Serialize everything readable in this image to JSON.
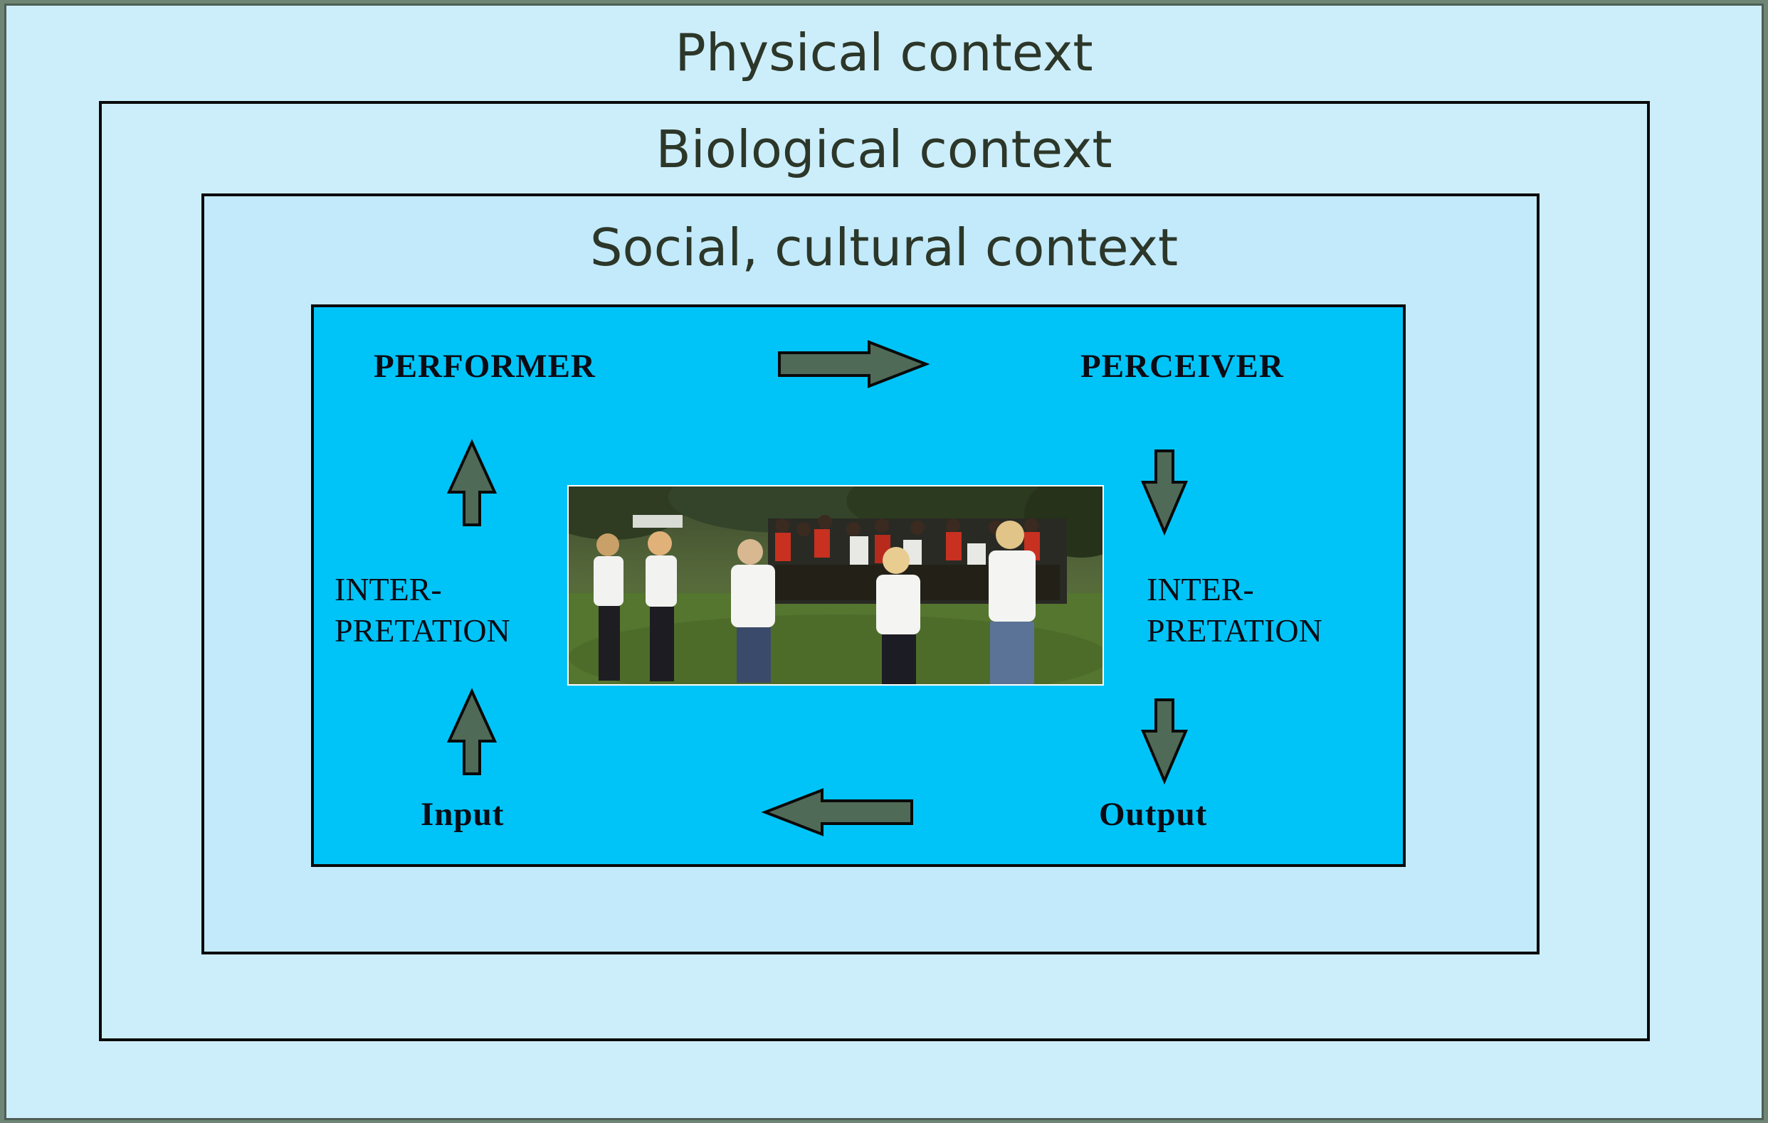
{
  "contexts": {
    "physical": "Physical context",
    "biological": "Biological context",
    "social": "Social, cultural context"
  },
  "roles": {
    "performer": "PERFORMER",
    "perceiver": "PERCEIVER"
  },
  "interpretation_left": [
    "INTER-",
    "PRETATION"
  ],
  "interpretation_right": [
    "INTER-",
    "PRETATION"
  ],
  "io": {
    "input": "Input",
    "output": "Output"
  },
  "colors": {
    "outer_background": "#cceefb",
    "core_background": "#00c4f8",
    "arrow_fill": "#4f6a56",
    "title_text": "#2c3729"
  },
  "icons": [
    "arrow-right-icon",
    "arrow-down-icon",
    "arrow-left-icon",
    "arrow-up-icon"
  ]
}
